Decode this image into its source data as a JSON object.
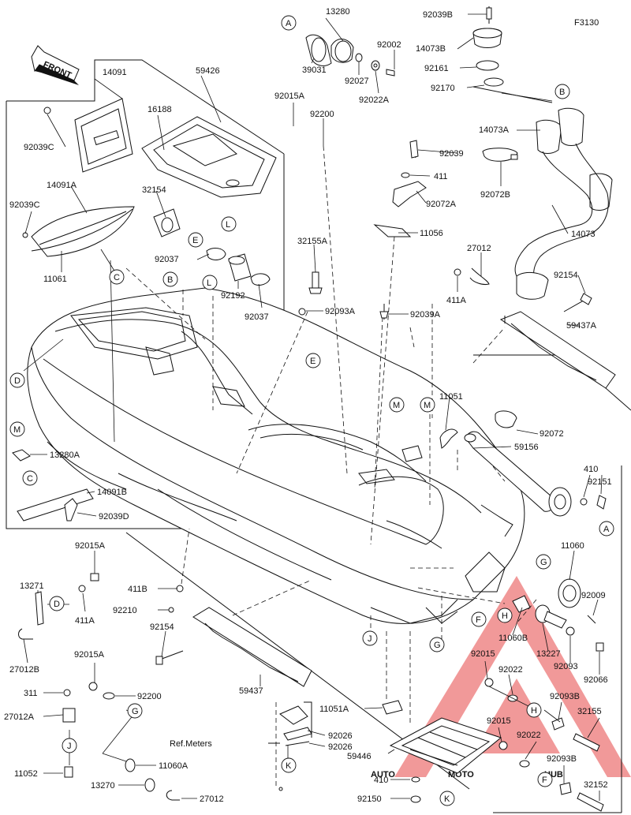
{
  "figure_code": "F3130",
  "front_label": "FRONT",
  "ref_meters_label": "Ref.Meters",
  "watermark": {
    "auto": "AUTO",
    "moto": "MOTO",
    "hub": "HUB",
    "color": "#e04646",
    "accent": "#e8b44a"
  },
  "part_labels": [
    {
      "id": "p1",
      "text": "13280"
    },
    {
      "id": "p2",
      "text": "92039B"
    },
    {
      "id": "p3",
      "text": "14073B"
    },
    {
      "id": "p4",
      "text": "92002"
    },
    {
      "id": "p5",
      "text": "39031"
    },
    {
      "id": "p6",
      "text": "92027"
    },
    {
      "id": "p7",
      "text": "92022A"
    },
    {
      "id": "p8",
      "text": "92161"
    },
    {
      "id": "p9",
      "text": "92170"
    },
    {
      "id": "p10",
      "text": "14091"
    },
    {
      "id": "p11",
      "text": "59426"
    },
    {
      "id": "p12",
      "text": "16188"
    },
    {
      "id": "p13",
      "text": "92015A"
    },
    {
      "id": "p14",
      "text": "92200"
    },
    {
      "id": "p15",
      "text": "14073A"
    },
    {
      "id": "p16",
      "text": "92039C"
    },
    {
      "id": "p17",
      "text": "92039"
    },
    {
      "id": "p18",
      "text": "411"
    },
    {
      "id": "p19",
      "text": "92072B"
    },
    {
      "id": "p20",
      "text": "32154"
    },
    {
      "id": "p21",
      "text": "92072A"
    },
    {
      "id": "p22",
      "text": "14091A"
    },
    {
      "id": "p23",
      "text": "92039C"
    },
    {
      "id": "p24",
      "text": "11056"
    },
    {
      "id": "p25",
      "text": "14073"
    },
    {
      "id": "p26",
      "text": "32155A"
    },
    {
      "id": "p27",
      "text": "27012"
    },
    {
      "id": "p28",
      "text": "92037"
    },
    {
      "id": "p29",
      "text": "11061"
    },
    {
      "id": "p30",
      "text": "92192"
    },
    {
      "id": "p31",
      "text": "92037"
    },
    {
      "id": "p32",
      "text": "411A"
    },
    {
      "id": "p33",
      "text": "92154"
    },
    {
      "id": "p34",
      "text": "92093A"
    },
    {
      "id": "p35",
      "text": "92039A"
    },
    {
      "id": "p36",
      "text": "59437A"
    },
    {
      "id": "p37",
      "text": "11051"
    },
    {
      "id": "p38",
      "text": "13280A"
    },
    {
      "id": "p39",
      "text": "92072"
    },
    {
      "id": "p40",
      "text": "59156"
    },
    {
      "id": "p41",
      "text": "14091B"
    },
    {
      "id": "p42",
      "text": "410"
    },
    {
      "id": "p43",
      "text": "92151"
    },
    {
      "id": "p44",
      "text": "92039D"
    },
    {
      "id": "p45",
      "text": "11060"
    },
    {
      "id": "p46",
      "text": "92015A"
    },
    {
      "id": "p47",
      "text": "13271"
    },
    {
      "id": "p48",
      "text": "411B"
    },
    {
      "id": "p49",
      "text": "92009"
    },
    {
      "id": "p50",
      "text": "411A"
    },
    {
      "id": "p51",
      "text": "92210"
    },
    {
      "id": "p52",
      "text": "92154"
    },
    {
      "id": "p53",
      "text": "11060B"
    },
    {
      "id": "p54",
      "text": "27012B"
    },
    {
      "id": "p55",
      "text": "13227"
    },
    {
      "id": "p56",
      "text": "92015A"
    },
    {
      "id": "p57",
      "text": "92015"
    },
    {
      "id": "p58",
      "text": "92093"
    },
    {
      "id": "p59",
      "text": "92066"
    },
    {
      "id": "p60",
      "text": "92022"
    },
    {
      "id": "p61",
      "text": "59437"
    },
    {
      "id": "p62",
      "text": "311"
    },
    {
      "id": "p63",
      "text": "92200"
    },
    {
      "id": "p64",
      "text": "92093B"
    },
    {
      "id": "p65",
      "text": "27012A"
    },
    {
      "id": "p66",
      "text": "11051A"
    },
    {
      "id": "p67",
      "text": "32155"
    },
    {
      "id": "p68",
      "text": "92026"
    },
    {
      "id": "p69",
      "text": "92015"
    },
    {
      "id": "p70",
      "text": "92026"
    },
    {
      "id": "p71",
      "text": "92022"
    },
    {
      "id": "p72",
      "text": "11060A"
    },
    {
      "id": "p73",
      "text": "59446"
    },
    {
      "id": "p74",
      "text": "11052"
    },
    {
      "id": "p75",
      "text": "92093B"
    },
    {
      "id": "p76",
      "text": "13270"
    },
    {
      "id": "p77",
      "text": "27012"
    },
    {
      "id": "p78",
      "text": "410"
    },
    {
      "id": "p79",
      "text": "32152"
    },
    {
      "id": "p80",
      "text": "92150"
    }
  ],
  "callouts": [
    {
      "id": "c1",
      "letter": "A"
    },
    {
      "id": "c2",
      "letter": "B"
    },
    {
      "id": "c3",
      "letter": "L"
    },
    {
      "id": "c4",
      "letter": "E"
    },
    {
      "id": "c5",
      "letter": "C"
    },
    {
      "id": "c6",
      "letter": "B"
    },
    {
      "id": "c7",
      "letter": "L"
    },
    {
      "id": "c8",
      "letter": "D"
    },
    {
      "id": "c9",
      "letter": "E"
    },
    {
      "id": "c10",
      "letter": "M"
    },
    {
      "id": "c11",
      "letter": "M"
    },
    {
      "id": "c12",
      "letter": "M"
    },
    {
      "id": "c13",
      "letter": "C"
    },
    {
      "id": "c14",
      "letter": "A"
    },
    {
      "id": "c15",
      "letter": "G"
    },
    {
      "id": "c16",
      "letter": "H"
    },
    {
      "id": "c17",
      "letter": "F"
    },
    {
      "id": "c18",
      "letter": "D"
    },
    {
      "id": "c19",
      "letter": "J"
    },
    {
      "id": "c20",
      "letter": "G"
    },
    {
      "id": "c21",
      "letter": "H"
    },
    {
      "id": "c22",
      "letter": "G"
    },
    {
      "id": "c23",
      "letter": "J"
    },
    {
      "id": "c24",
      "letter": "K"
    },
    {
      "id": "c25",
      "letter": "K"
    },
    {
      "id": "c26",
      "letter": "F"
    }
  ]
}
